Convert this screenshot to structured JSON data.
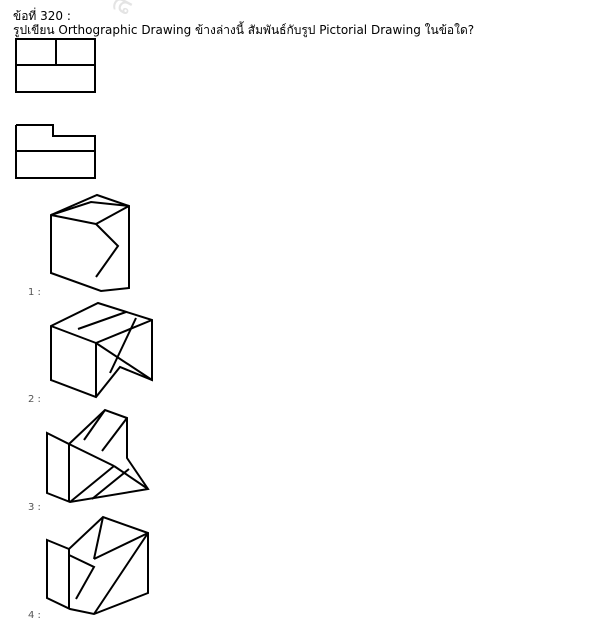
{
  "question": {
    "number": "ข้อที่ 320 :",
    "text": "รูปเขียน Orthographic Drawing ข้างล่างนี้ สัมพันธ์กับรูป Pictorial Drawing ในข้อใด?",
    "watermark": "สงวนลิขสิทธิ์"
  },
  "choices": [
    {
      "label": "1 :"
    },
    {
      "label": "2 :"
    },
    {
      "label": "3 :"
    },
    {
      "label": "4 :"
    }
  ]
}
